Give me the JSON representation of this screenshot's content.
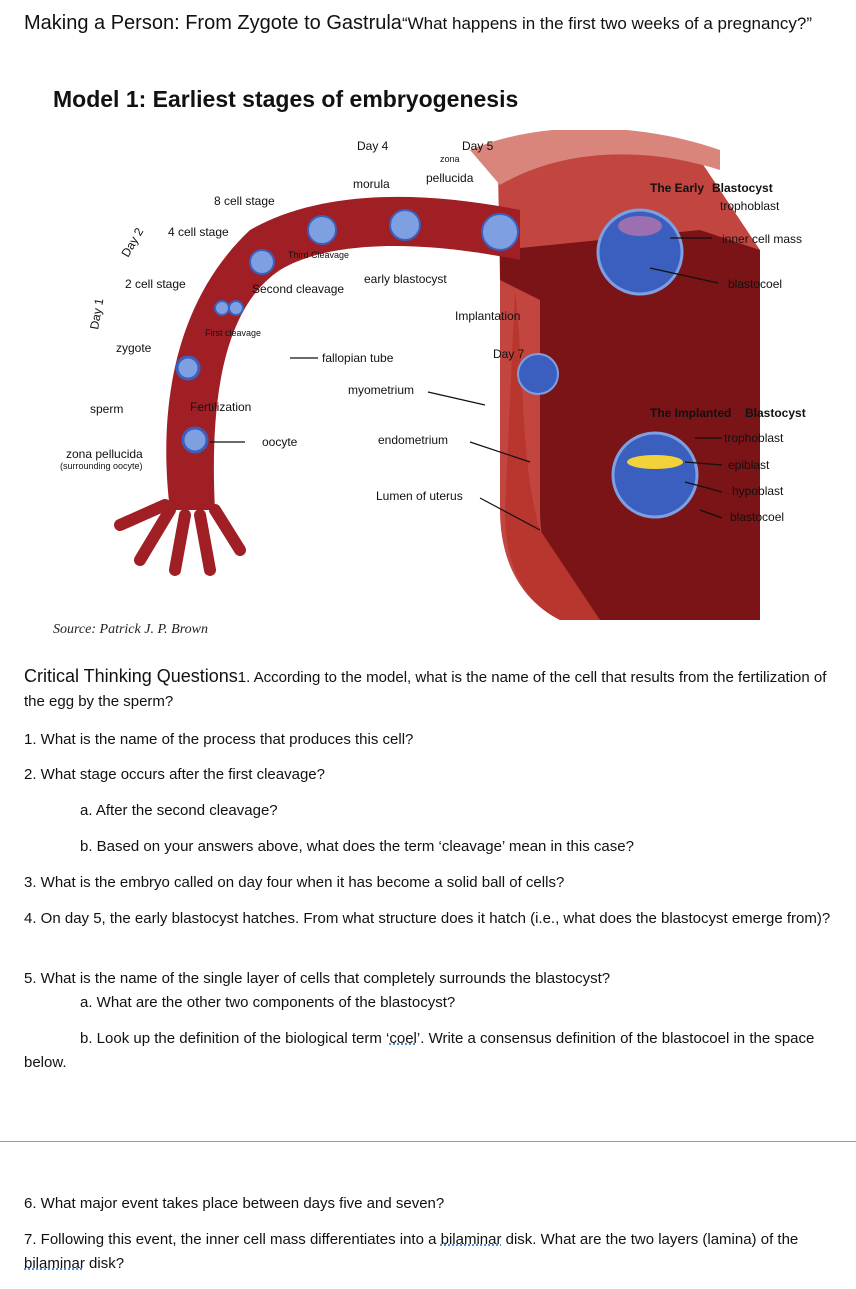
{
  "header": {
    "title": "Making a Person: From Zygote to Gastrula",
    "subtitle": "“What happens in the first two weeks of a pregnancy?”"
  },
  "model": {
    "title": "Model 1: Earliest stages of embryogenesis",
    "labels": {
      "day4": "Day 4",
      "day5": "Day 5",
      "zona": "zona",
      "pellucida": "pellucida",
      "morula": "morula",
      "cell8": "8 cell stage",
      "cell4": "4 cell stage",
      "day2": "Day 2",
      "third_cleavage": "Third Cleavage",
      "cell2": "2 cell stage",
      "second_cleavage": "Second cleavage",
      "early_blastocyst": "early blastocyst",
      "day1": "Day 1",
      "first_cleavage": "First cleavage",
      "zygote": "zygote",
      "fallopian_tube": "fallopian tube",
      "myometrium": "myometrium",
      "sperm": "sperm",
      "fertilization": "Fertilization",
      "oocyte": "oocyte",
      "endometrium": "endometrium",
      "zona_pellucida": "zona pellucida",
      "surrounding": "(surrounding oocyte)",
      "lumen": "Lumen of uterus",
      "implantation": "Implantation",
      "day7": "Day 7",
      "early_blastocyst_title_a": "The Early",
      "early_blastocyst_title_b": "Blastocyst",
      "trophoblast": "trophoblast",
      "inner_cell_mass": "inner cell mass",
      "blastocoel": "blastocoel",
      "implanted_title_a": "The Implanted",
      "implanted_title_b": "Blastocyst",
      "trophoblast2": "trophoblast",
      "epiblast": "epiblast",
      "hypoblast": "hypoblast",
      "blastocoel2": "blastocoel"
    },
    "colors": {
      "tube": "#a01f24",
      "tube_dark": "#6b0f12",
      "uterus_wall": "#c2453f",
      "uterus_pink": "#d9857b",
      "cell_blue": "#3b5fbf",
      "cell_light": "#7e9fe0"
    },
    "source": "Source: Patrick J. P. Brown"
  },
  "questions": {
    "heading": "Critical Thinking Questions",
    "q_intro": "1. According to the model, what is the name of the cell that results from the fertilization of the egg by the sperm?",
    "q1": "1. What is the name of the process that produces this cell?",
    "q2": "2. What stage occurs after the first cleavage?",
    "q2a": "a. After the second cleavage?",
    "q2b": "b. Based on your answers above, what does the term ‘cleavage’ mean in this case?",
    "q3": "3. What is the embryo called on day four when it has become a solid ball of cells?",
    "q4": "4. On day 5, the early blastocyst hatches. From what structure does it hatch (i.e., what does the blastocyst emerge from)?",
    "q5": "5. What is the name of the single layer of cells that completely surrounds the blastocyst?",
    "q5a": "a. What are the other two components of the blastocyst?",
    "q5b_pre": "b. Look up the definition of the biological term ‘",
    "q5b_term": "coel",
    "q5b_post": "’. Write a consensus definition of the blastocoel in the space below.",
    "q6": "6. What major event takes place between days five and seven?",
    "q7_pre": "7. Following this event, the inner cell mass differentiates into a ",
    "q7_term": "bilaminar",
    "q7_mid": " disk. What are the two layers (lamina) of the ",
    "q7_term2": "bilaminar",
    "q7_post": " disk?"
  }
}
